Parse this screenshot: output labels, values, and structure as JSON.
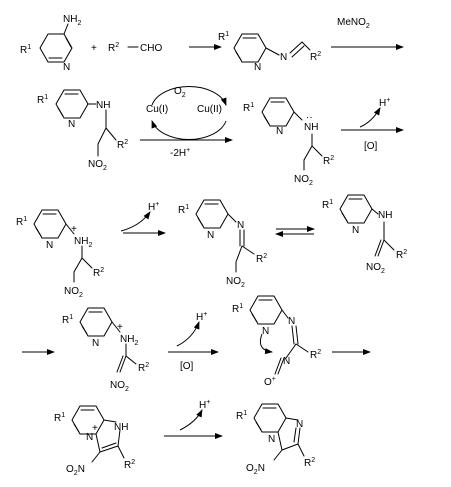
{
  "labels": {
    "r1": "R",
    "r1_sup": "1",
    "r2": "R",
    "r2_sup": "2",
    "n": "N",
    "nh": "NH",
    "nh2": "NH",
    "nh2_sub": "2",
    "no2": "NO",
    "no2_sub": "2",
    "o2n": "O",
    "o2n_tail": "N",
    "cho": "CHO",
    "dash": "—",
    "plus": "+",
    "charge_plus": "+",
    "lone_pair": "··"
  },
  "reagents": {
    "meno2": "MeNO",
    "meno2_sub": "2",
    "o2": "O",
    "o2_sub": "2",
    "cu1": "Cu(I)",
    "cu2": "Cu(II)",
    "minus_2h": "-2H",
    "h_plus": "H",
    "oxidant": "[O]"
  },
  "colors": {
    "ink": "#000000",
    "background": "#ffffff"
  }
}
